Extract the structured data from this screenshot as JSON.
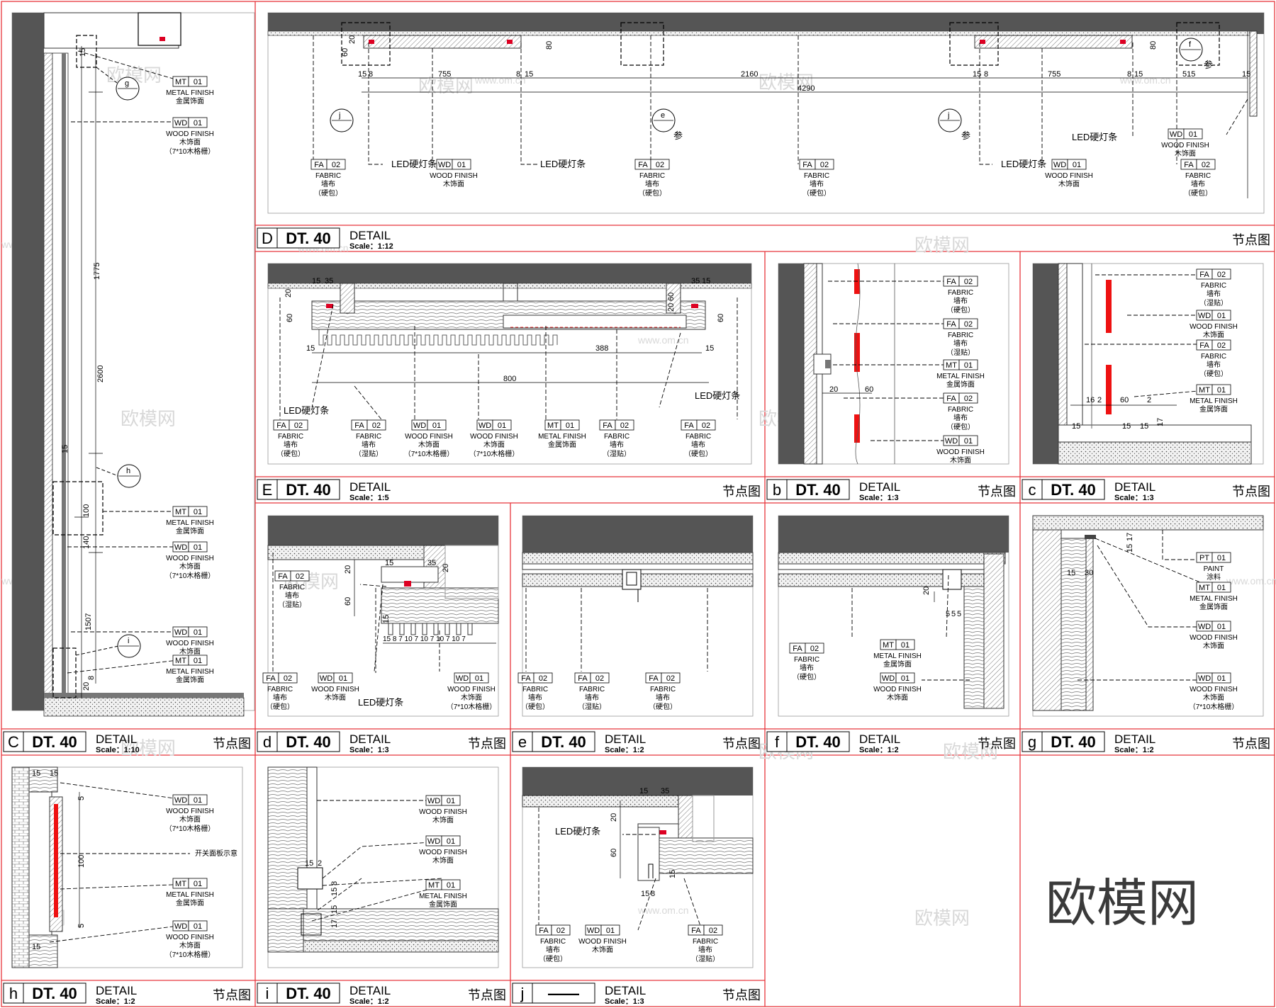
{
  "logo": {
    "text": "欧模网"
  },
  "watermark": {
    "text": "欧模网",
    "url": "www.om.cn"
  },
  "materials": {
    "FA02": {
      "code": "FA",
      "num": "02",
      "en": "FABRIC",
      "cn": "墙布"
    },
    "WD01": {
      "code": "WD",
      "num": "01",
      "en": "WOOD FINISH",
      "cn": "木饰面"
    },
    "MT01": {
      "code": "MT",
      "num": "01",
      "en": "METAL FINISH",
      "cn": "金属饰面"
    },
    "PT01": {
      "code": "PT",
      "num": "01",
      "en": "PAINT",
      "cn": "涂料"
    }
  },
  "qualifiers": {
    "hard": "（硬包）",
    "glued": "（湿贴）",
    "slats": "（7*10木格栅）"
  },
  "notes": {
    "led": "LED硬灯条",
    "switch": "开关面板示意",
    "ref": "参"
  },
  "panels": [
    {
      "id": "C",
      "code": "DT. 40",
      "title": "DETAIL",
      "scale": "Scale：1:10",
      "cn": "节点图"
    },
    {
      "id": "D",
      "code": "DT. 40",
      "title": "DETAIL",
      "scale": "Scale：1:12",
      "cn": "节点图"
    },
    {
      "id": "E",
      "code": "DT. 40",
      "title": "DETAIL",
      "scale": "Scale：1:5",
      "cn": "节点图"
    },
    {
      "id": "b",
      "code": "DT. 40",
      "title": "DETAIL",
      "scale": "Scale：1:3",
      "cn": "节点图"
    },
    {
      "id": "c",
      "code": "DT. 40",
      "title": "DETAIL",
      "scale": "Scale：1:3",
      "cn": "节点图"
    },
    {
      "id": "d",
      "code": "DT. 40",
      "title": "DETAIL",
      "scale": "Scale：1:3",
      "cn": "节点图"
    },
    {
      "id": "e",
      "code": "DT. 40",
      "title": "DETAIL",
      "scale": "Scale：1:2",
      "cn": "节点图"
    },
    {
      "id": "f",
      "code": "DT. 40",
      "title": "DETAIL",
      "scale": "Scale：1:2",
      "cn": "节点图"
    },
    {
      "id": "g",
      "code": "DT. 40",
      "title": "DETAIL",
      "scale": "Scale：1:2",
      "cn": "节点图"
    },
    {
      "id": "h",
      "code": "DT. 40",
      "title": "DETAIL",
      "scale": "Scale：1:2",
      "cn": "节点图"
    },
    {
      "id": "i",
      "code": "DT. 40",
      "title": "DETAIL",
      "scale": "Scale：1:2",
      "cn": "节点图"
    },
    {
      "id": "j",
      "code": "——",
      "title": "DETAIL",
      "scale": "Scale：1:3",
      "cn": "节点图"
    }
  ],
  "bubbles": {
    "g": "g",
    "h": "h",
    "i": "i",
    "j": "j",
    "e": "e",
    "f": "f"
  },
  "dims": {
    "C": [
      "15",
      "1775",
      "2600",
      "15",
      "100",
      "140",
      "1507",
      "20",
      "8"
    ],
    "D": [
      "60",
      "20",
      "80",
      "15",
      "8",
      "755",
      "8",
      "15",
      "2160",
      "4290",
      "15",
      "8",
      "755",
      "8",
      "15",
      "80",
      "515",
      "15"
    ],
    "E": [
      "15",
      "35",
      "20",
      "60",
      "60",
      "20",
      "35",
      "15",
      "60",
      "15",
      "388",
      "15",
      "800"
    ],
    "b": [
      "20",
      "60"
    ],
    "c": [
      "16",
      "2",
      "60",
      "2",
      "15",
      "15",
      "15",
      "17"
    ],
    "d": [
      "20",
      "15",
      "35",
      "20",
      "60",
      "15",
      "15 8 7 10 7 10 7 10 7 10 7"
    ],
    "f": [
      "20",
      "5",
      "5",
      "5"
    ],
    "g": [
      "15",
      "17",
      "15",
      "30"
    ],
    "h": [
      "15",
      "15",
      "5",
      "100",
      "15",
      "5"
    ],
    "i": [
      "15",
      "2",
      "15",
      "8",
      "15",
      "17"
    ],
    "j": [
      "15",
      "35",
      "20",
      "60",
      "15",
      "8",
      "15"
    ]
  }
}
